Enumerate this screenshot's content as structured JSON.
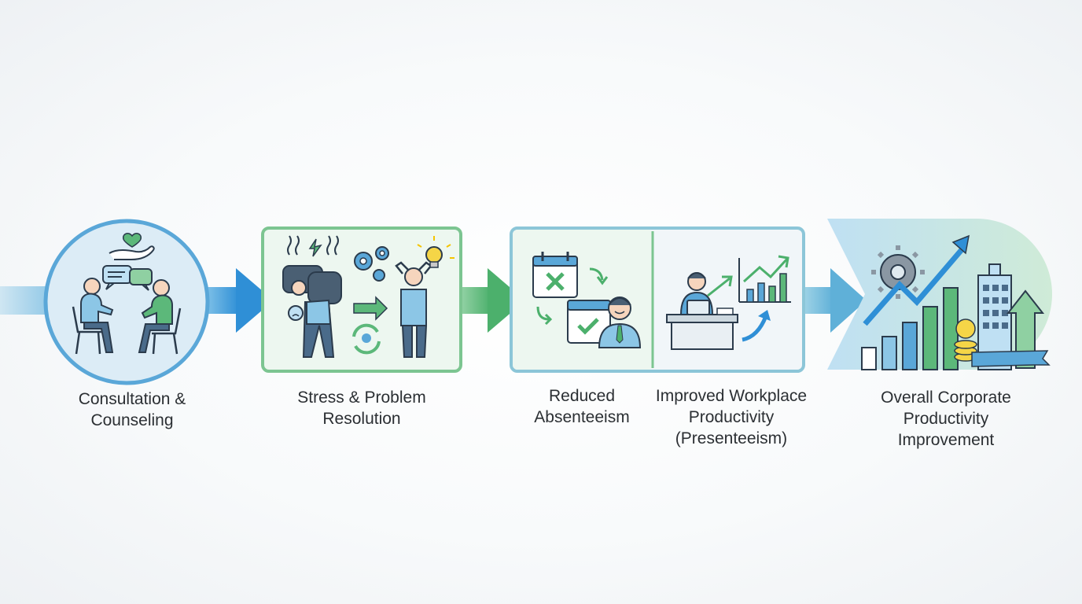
{
  "colors": {
    "blue_accent": "#3b9ad8",
    "green_accent": "#5cb87a",
    "step1_fill": "#dcecf6",
    "step2_border": "#7cc591"
  },
  "steps": [
    {
      "label": "Consultation &\nCounseling",
      "icon": "counseling-icon"
    },
    {
      "label": "Stress & Problem\nResolution",
      "icon": "stress-relief-icon"
    },
    {
      "label": "Reduced\nAbsenteeism",
      "icon": "calendar-attendance-icon"
    },
    {
      "label": "Improved Workplace\nProductivity\n(Presenteeism)",
      "icon": "productive-worker-icon"
    },
    {
      "label": "Overall Corporate\nProductivity\nImprovement",
      "icon": "corporate-growth-icon"
    }
  ]
}
